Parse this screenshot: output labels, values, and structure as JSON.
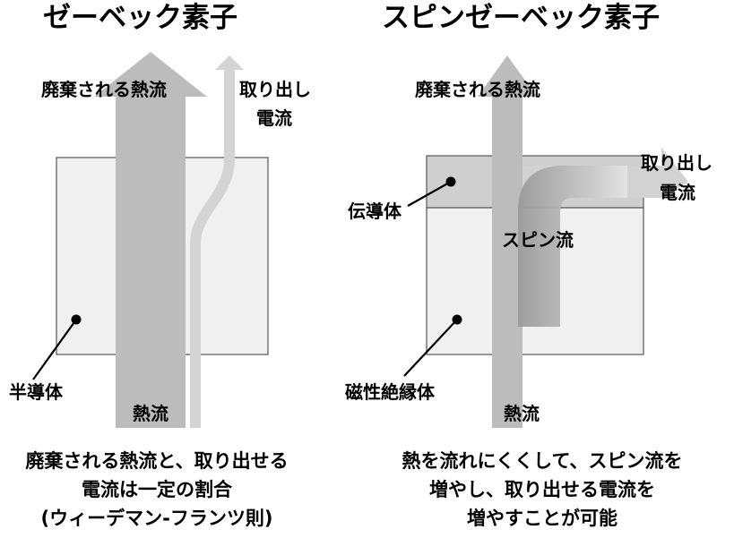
{
  "left": {
    "title": "ゼーベック素子",
    "waste_heat_label": "廃棄される熱流",
    "extracted_current_label_1": "取り出し",
    "extracted_current_label_2": "電流",
    "material_label": "半導体",
    "heat_flow_label": "熱流",
    "caption": [
      "廃棄される熱流と、取り出せる",
      "電流は一定の割合",
      "(ウィーデマン-フランツ則)"
    ]
  },
  "right": {
    "title": "スピンゼーベック素子",
    "waste_heat_label": "廃棄される熱流",
    "extracted_current_label_1": "取り出し",
    "extracted_current_label_2": "電流",
    "conductor_label": "伝導体",
    "spin_current_label": "スピン流",
    "magnetic_insulator_label": "磁性絶縁体",
    "heat_flow_label": "熱流",
    "caption": [
      "熱を流れにくくして、スピン流を",
      "増やし、取り出せる電流を",
      "増やすことが可能"
    ]
  },
  "colors": {
    "block_fill": "#f0f0f0",
    "conductor_fill": "#cfcfcf",
    "arrow_gray": "#bdbdbd",
    "thin_arrow_gray": "#d8d8d8",
    "outline": "#555555"
  }
}
